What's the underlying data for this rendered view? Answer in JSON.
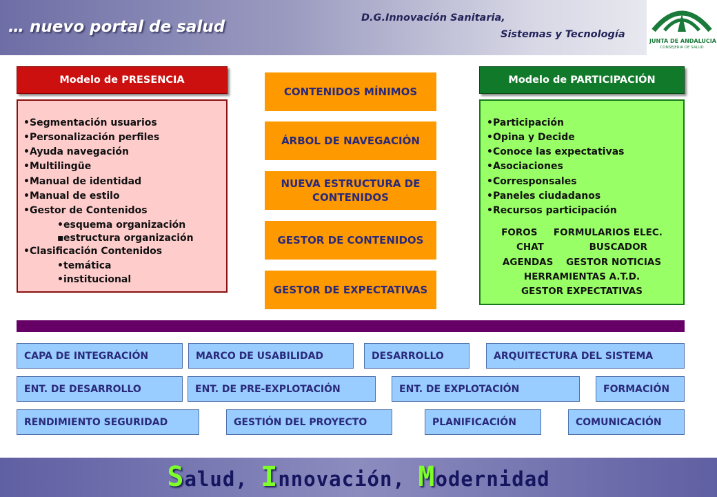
{
  "header": {
    "tagline": "… nuevo portal  de salud",
    "department_line1": "D.G.Innovación Sanitaria,",
    "department_line2": "Sistemas y Tecnología",
    "logo_line1": "JUNTA DE ANDALUCIA",
    "logo_line2": "CONSEJERIA DE SALUD"
  },
  "presencia": {
    "title": "Modelo de PRESENCIA",
    "items": [
      "Segmentación usuarios",
      "Personalización perfiles",
      "Ayuda navegación",
      "Multilingüe",
      "Manual de identidad",
      "Manual de estilo",
      "Gestor de Contenidos",
      "esquema organización",
      "estructura organización",
      "Clasificación Contenidos",
      "temática",
      "institucional"
    ]
  },
  "center": {
    "boxes": [
      "CONTENIDOS MÍNIMOS",
      "ÁRBOL DE NAVEGACIÓN",
      "NUEVA ESTRUCTURA DE CONTENIDOS",
      "GESTOR DE CONTENIDOS",
      "GESTOR DE EXPECTATIVAS"
    ]
  },
  "participacion": {
    "title": "Modelo de PARTICIPACIÓN",
    "items": [
      "Participación",
      "Opina y Decide",
      "Conoce las expectativas",
      "Asociaciones",
      "Corresponsales",
      "Paneles ciudadanos",
      "Recursos participación"
    ],
    "tools": [
      "FOROS     FORMULARIOS ELEC.",
      "CHAT              BUSCADOR",
      "AGENDAS    GESTOR NOTICIAS",
      "HERRAMIENTAS A.T.D.",
      "GESTOR EXPECTATIVAS"
    ]
  },
  "services": {
    "row1": [
      "CAPA DE INTEGRACIÓN",
      "MARCO DE USABILIDAD",
      "DESARROLLO",
      "ARQUITECTURA DEL SISTEMA"
    ],
    "row2": [
      "ENT. DE DESARROLLO",
      "ENT. DE PRE-EXPLOTACIÓN",
      "ENT. DE EXPLOTACIÓN",
      "FORMACIÓN"
    ],
    "row3": [
      "RENDIMIENTO SEGURIDAD",
      "GESTIÓN DEL PROYECTO",
      "PLANIFICACIÓN",
      "COMUNICACIÓN"
    ]
  },
  "footer": {
    "motto_s": "S",
    "motto_s_rest": "alud, ",
    "motto_i": "I",
    "motto_i_rest": "nnovación, ",
    "motto_m": "M",
    "motto_m_rest": "odernidad"
  },
  "colors": {
    "presencia_accent": "#cc1010",
    "participacion_accent": "#117a2a",
    "center_box": "#ff9900",
    "service_tag": "#99ccff",
    "divider": "#660066"
  }
}
